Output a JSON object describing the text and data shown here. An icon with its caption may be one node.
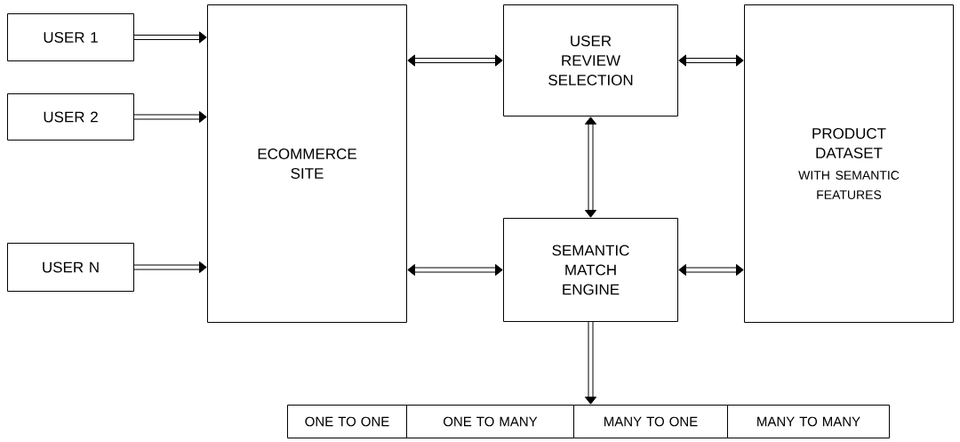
{
  "diagram": {
    "nodes": [
      {
        "text": [
          "USER 1"
        ]
      },
      {
        "text": [
          "USER 2"
        ]
      },
      {
        "text": [
          "USER N"
        ]
      },
      {
        "text": [
          "ECOMMERCE SITE"
        ]
      },
      {
        "text": [
          "USER REVIEW SELECTION"
        ]
      },
      {
        "text": [
          "SEMANTIC MATCH ENGINE"
        ]
      },
      {
        "text": [
          "PRODUCT DATASET",
          "WITH SEMANTIC FEATURES"
        ]
      },
      {
        "text": [
          "ONE TO ONE"
        ]
      },
      {
        "text": [
          "ONE TO MANY"
        ]
      },
      {
        "text": [
          "MANY TO ONE"
        ]
      },
      {
        "text": [
          "MANY TO MANY"
        ]
      }
    ],
    "edges": [
      {
        "from": 0,
        "to": 3,
        "arrow": "to"
      },
      {
        "from": 1,
        "to": 3,
        "arrow": "to"
      },
      {
        "from": 2,
        "to": 3,
        "arrow": "to"
      },
      {
        "from": 3,
        "to": 4,
        "arrow": "both"
      },
      {
        "from": 3,
        "to": 5,
        "arrow": "both"
      },
      {
        "from": 4,
        "to": 5,
        "arrow": "both"
      },
      {
        "from": 4,
        "to": 6,
        "arrow": "both"
      },
      {
        "from": 5,
        "to": 6,
        "arrow": "both"
      },
      {
        "from": 5,
        "to": 9,
        "arrow": "to"
      }
    ]
  }
}
